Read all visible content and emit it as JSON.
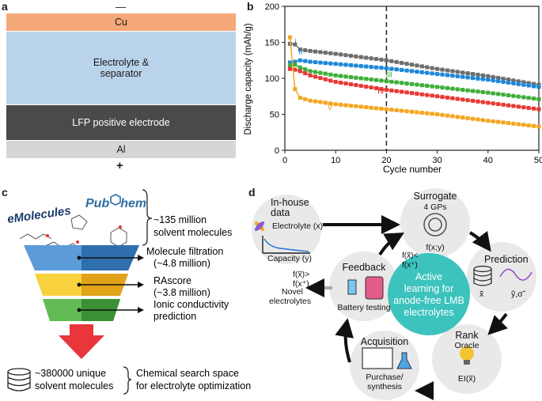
{
  "panel_a": {
    "label": "a",
    "minus": "—",
    "plus": "+",
    "layers": {
      "cu": "Cu",
      "electrolyte_line1": "Electrolyte &",
      "electrolyte_line2": "separator",
      "lfp": "LFP positive electrode",
      "al": "Al"
    },
    "colors": {
      "cu": "#f5a878",
      "electrolyte": "#b9d3ea",
      "lfp": "#4a4a4a",
      "al": "#d6d6d6"
    }
  },
  "panel_b": {
    "label": "b"
  },
  "chart_data": {
    "type": "line",
    "xlabel": "Cycle number",
    "ylabel": "Discharge capacity (mAh/g)",
    "xlim": [
      0,
      50
    ],
    "ylim": [
      0,
      200
    ],
    "xticks": [
      "0",
      "10",
      "20",
      "30",
      "40",
      "50"
    ],
    "yticks": [
      "0",
      "50",
      "100",
      "150",
      "200"
    ],
    "vline_x": 20,
    "series": [
      {
        "name": "i",
        "color": "#6e6e6e",
        "x": [
          1,
          2,
          3,
          5,
          10,
          20,
          30,
          40,
          50
        ],
        "values": [
          148,
          147,
          140,
          138,
          134,
          125,
          113,
          103,
          91
        ]
      },
      {
        "name": "ii",
        "color": "#1e88d8",
        "x": [
          1,
          2,
          3,
          5,
          10,
          20,
          30,
          40,
          50
        ],
        "values": [
          122,
          123,
          125,
          123,
          120,
          114,
          106,
          98,
          88
        ]
      },
      {
        "name": "iii",
        "color": "#3fae3a",
        "x": [
          1,
          2,
          3,
          5,
          10,
          20,
          30,
          40,
          50
        ],
        "values": [
          118,
          119,
          115,
          110,
          104,
          96,
          88,
          80,
          71
        ]
      },
      {
        "name": "iv",
        "color": "#e83a36",
        "x": [
          1,
          2,
          3,
          5,
          10,
          20,
          30,
          40,
          50
        ],
        "values": [
          113,
          112,
          110,
          104,
          95,
          84,
          75,
          66,
          57
        ]
      },
      {
        "name": "v",
        "color": "#f4a622",
        "x": [
          1,
          2,
          3,
          5,
          10,
          20,
          30,
          40,
          50
        ],
        "values": [
          157,
          85,
          73,
          69,
          64,
          57,
          50,
          41,
          33
        ]
      }
    ]
  },
  "panel_c": {
    "label": "c",
    "logo_emol": "eMolecules",
    "logo_pub_a": "Pub",
    "logo_pub_b": "hem",
    "funnel_top_line1": "~135 million",
    "funnel_top_line2": "solvent molecules",
    "step1_line1": "Molecule filtration",
    "step1_line2": "(~4.8 million)",
    "step2_line1": "RAscore",
    "step2_line2": "(~3.8 million)",
    "step3_line1": "Ionic conductivity",
    "step3_line2": "prediction",
    "result_line1": "~380000 unique",
    "result_line2": "solvent molecules",
    "space_line1": "Chemical search space",
    "space_line2": "for electrolyte optimization"
  },
  "panel_d": {
    "label": "d",
    "inhouse_line1": "In-house",
    "inhouse_line2": "data",
    "electrolyte": "Electrolyte (x)",
    "capacity": "Capacity (y)",
    "surrogate": "Surrogate",
    "gps": "4 GPs",
    "fxy": "f(x;y)",
    "prediction": "Prediction",
    "xbar": "x̃",
    "ysig": "ỹ,σ̃",
    "rank": "Rank",
    "oracle": "Oracle",
    "ei": "EI(x̃)",
    "acquisition": "Acquisition",
    "purchase_line1": "Purchase/",
    "purchase_line2": "synthesis",
    "feedback": "Feedback",
    "battery": "Battery testing",
    "novel_line1": "Novel",
    "novel_line2": "electrolytes",
    "cond_line1": "f(x̃)>",
    "cond_line2": "f(x⁺)",
    "cond_alt1": "f(x̃)<",
    "cond_alt2": "f(x⁺)",
    "center_line1": "Active",
    "center_line2": "learning for",
    "center_line3": "anode-free LMB",
    "center_line4": "electrolytes",
    "center_color": "#3cc3bd"
  }
}
